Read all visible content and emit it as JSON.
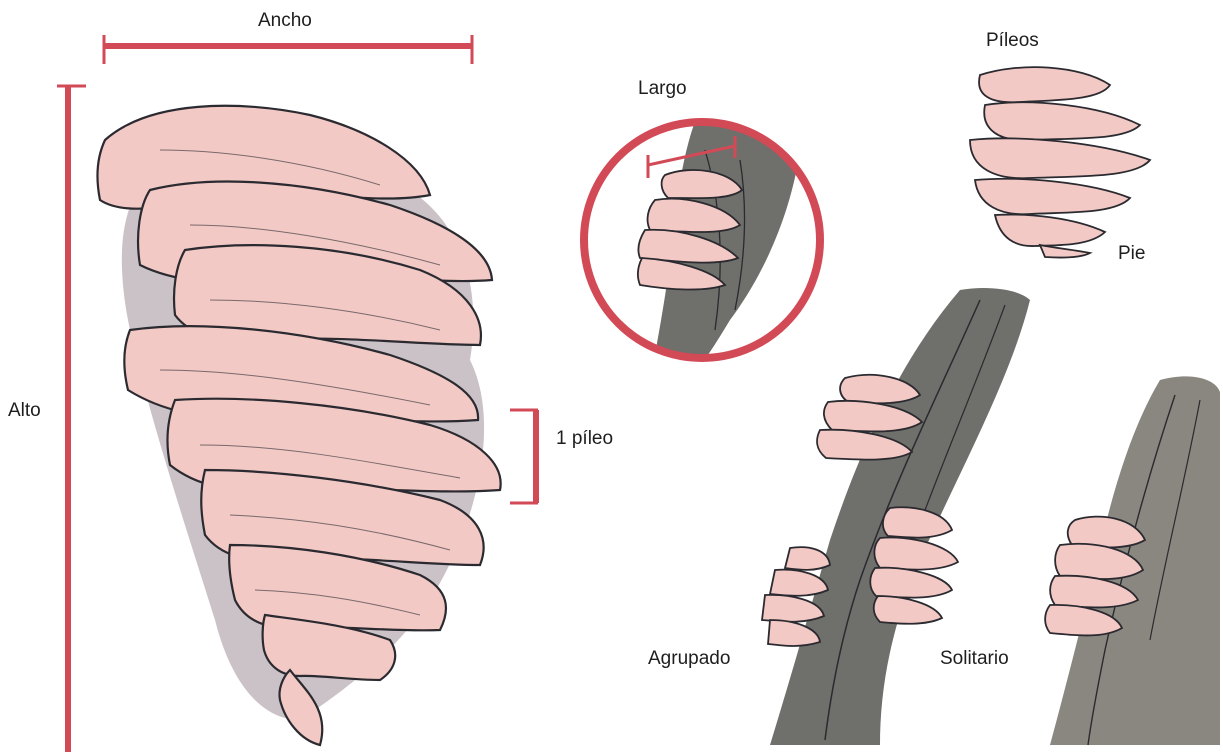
{
  "labels": {
    "width": "Ancho",
    "height": "Alto",
    "cap_size": "1 píleo",
    "length": "Largo",
    "caps": "Píleos",
    "stem": "Pie",
    "grouped": "Agrupado",
    "solitary": "Solitario"
  },
  "colors": {
    "accent": "#d34a57",
    "cap_fill": "#f2c9c5",
    "shadow": "#8c7d86",
    "bark": "#6f6f6b",
    "bark_light": "#a9a593",
    "ink": "#2a2a30"
  },
  "icons": [
    "mushroom-cluster-illustration",
    "tree-trunk-illustration",
    "magnifier-circle"
  ]
}
